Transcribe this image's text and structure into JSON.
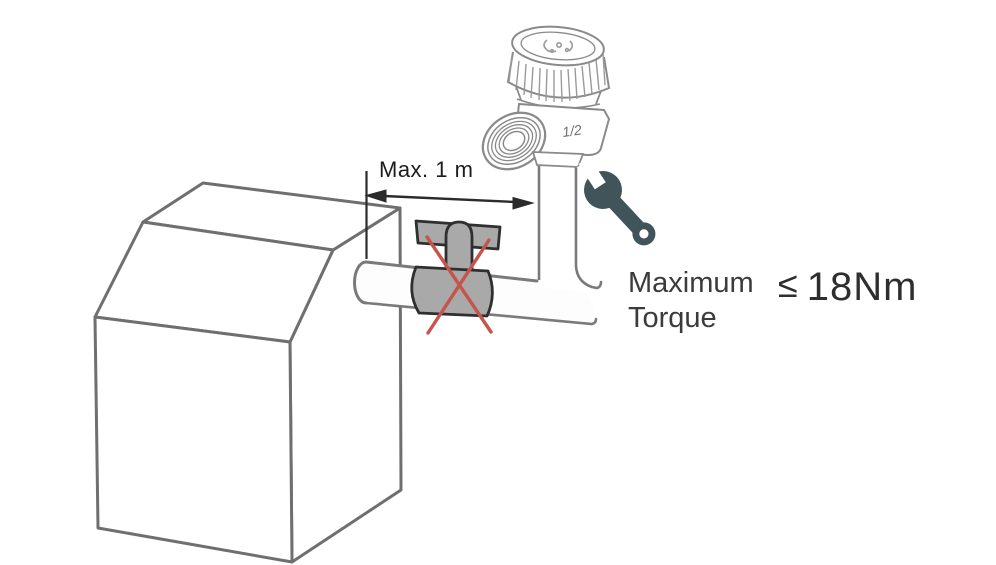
{
  "diagram": {
    "title_none": "",
    "dimension_label": "Max. 1 m",
    "torque_label_line1": "Maximum",
    "torque_label_line2": "Torque",
    "torque_leq_symbol": "≤",
    "torque_value": "18Nm",
    "valve_size_marking": "1/2",
    "colors": {
      "background": "#ffffff",
      "tank_line": "#6f6f6f",
      "pipe_line": "#7a7a7a",
      "valve_art_line": "#8a8a8a",
      "shutoff_valve_fill": "#a9a9a9",
      "shutoff_valve_outline": "#2f2f2f",
      "prohibition_red": "#c5544c",
      "wrench": "#41545a",
      "dimension_ink": "#2b2b2b",
      "text_dark": "#3b3b3b"
    },
    "icons": [
      "water-heater-tank",
      "outlet-pipe",
      "shutoff-valve",
      "prohibition-cross-icon",
      "safety-relief-valve",
      "wrench-icon",
      "dimension-arrow"
    ]
  }
}
